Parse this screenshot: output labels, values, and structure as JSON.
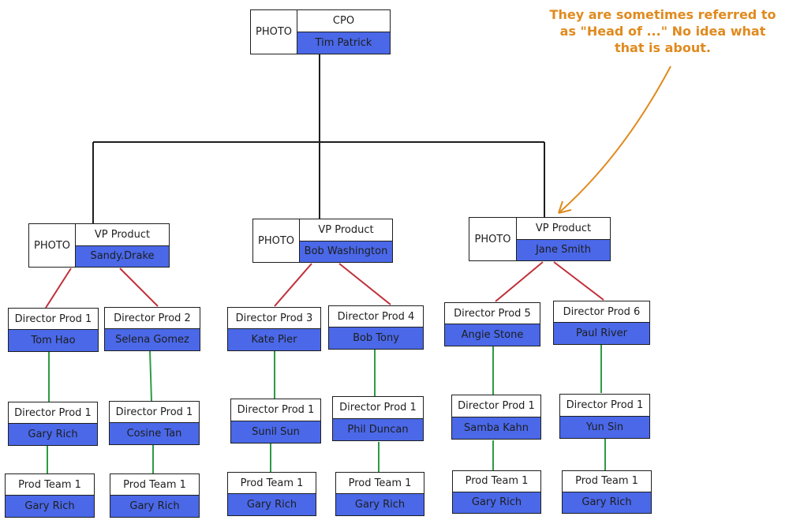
{
  "photo_label": "PHOTO",
  "annotation": "They are sometimes referred to as \"Head of ...\" No idea what that is about.",
  "colors": {
    "name_fill": "#4a68e8",
    "vp_link": "#c0303a",
    "chain_link": "#2e9a44",
    "annotation": "#e08a1e",
    "line": "#1e1e1e"
  },
  "cpo": {
    "title": "CPO",
    "name": "Tim Patrick"
  },
  "vps": [
    {
      "title": "VP Product",
      "name": "Sandy.Drake"
    },
    {
      "title": "VP Product",
      "name": "Bob Washington"
    },
    {
      "title": "VP Product",
      "name": "Jane Smith"
    }
  ],
  "chains": [
    [
      {
        "title": "Director Prod 1",
        "name": "Tom Hao"
      },
      {
        "title": "Director Prod 1",
        "name": "Gary Rich"
      },
      {
        "title": "Prod Team 1",
        "name": "Gary Rich"
      }
    ],
    [
      {
        "title": "Director Prod 2",
        "name": "Selena Gomez"
      },
      {
        "title": "Director Prod 1",
        "name": "Cosine Tan"
      },
      {
        "title": "Prod Team 1",
        "name": "Gary Rich"
      }
    ],
    [
      {
        "title": "Director Prod 3",
        "name": "Kate Pier"
      },
      {
        "title": "Director Prod 1",
        "name": "Sunil Sun"
      },
      {
        "title": "Prod Team 1",
        "name": "Gary Rich"
      }
    ],
    [
      {
        "title": "Director Prod 4",
        "name": "Bob Tony"
      },
      {
        "title": "Director Prod 1",
        "name": "Phil Duncan"
      },
      {
        "title": "Prod Team 1",
        "name": "Gary Rich"
      }
    ],
    [
      {
        "title": "Director Prod 5",
        "name": "Angie Stone"
      },
      {
        "title": "Director Prod 1",
        "name": "Samba Kahn"
      },
      {
        "title": "Prod Team 1",
        "name": "Gary Rich"
      }
    ],
    [
      {
        "title": "Director Prod 6",
        "name": "Paul River"
      },
      {
        "title": "Director Prod 1",
        "name": "Yun Sin"
      },
      {
        "title": "Prod Team 1",
        "name": "Gary Rich"
      }
    ]
  ]
}
